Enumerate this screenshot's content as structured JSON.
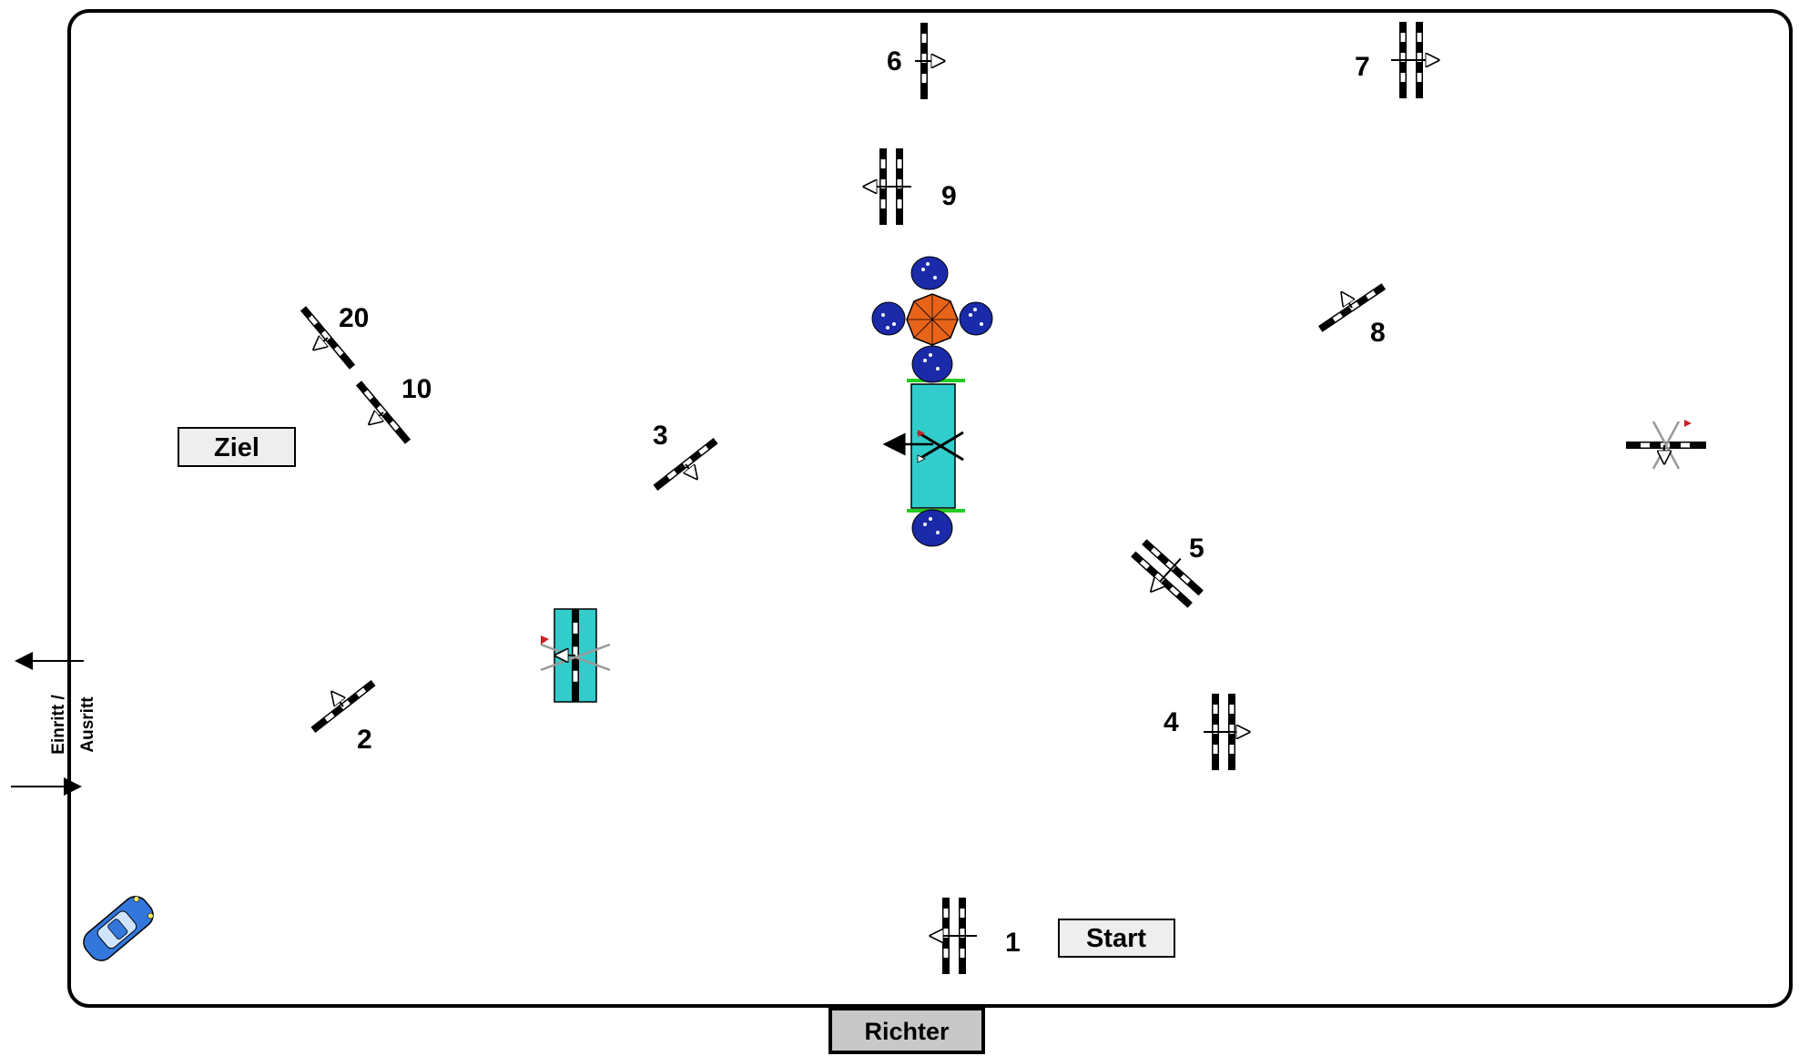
{
  "colors": {
    "arena_border": "#000000",
    "water": "#33cccc",
    "umbrella": "#e8631a",
    "flowers": "#1a2aa8",
    "label_box": "#eeeeee",
    "richter_box": "#c8c8c8",
    "accent_red": "#cc2222",
    "grass": "#22cc22",
    "car": "#3377dd"
  },
  "labels": {
    "start": "Start",
    "ziel": "Ziel",
    "richter": "Richter",
    "entry_line1": "Einritt /",
    "entry_line2": "Ausritt"
  },
  "obstacles": [
    {
      "number": "1",
      "type": "oxer"
    },
    {
      "number": "2",
      "type": "vertical"
    },
    {
      "number": "3",
      "type": "vertical"
    },
    {
      "number": "4",
      "type": "oxer"
    },
    {
      "number": "5",
      "type": "oxer"
    },
    {
      "number": "6",
      "type": "vertical"
    },
    {
      "number": "7",
      "type": "oxer"
    },
    {
      "number": "8",
      "type": "vertical"
    },
    {
      "number": "9",
      "type": "oxer"
    },
    {
      "number": "10",
      "type": "vertical"
    },
    {
      "number": "20",
      "type": "vertical"
    }
  ],
  "icons": [
    "car-icon",
    "umbrella-icon",
    "flower-pot-icon",
    "water-jump-icon",
    "entry-arrow-icon",
    "exit-arrow-icon"
  ]
}
